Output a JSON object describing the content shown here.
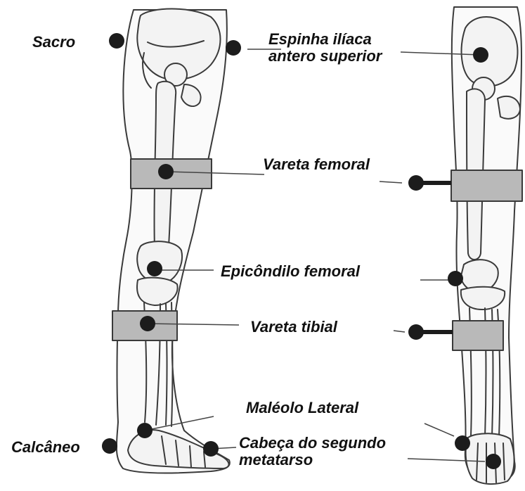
{
  "colors": {
    "outline": "#3a3a3a",
    "bone_fill": "#f3f3f3",
    "skin_fill": "#fafafa",
    "band_fill": "#b9b9b9",
    "marker": "#1c1c1c",
    "leader": "#444444",
    "text": "#111111"
  },
  "figure": {
    "left_view": "lateral leg view with skeleton",
    "right_view": "frontal leg view with skeleton"
  },
  "labels": {
    "sacro": "Sacro",
    "espinha": "Espinha  ilíaca\nantero superior",
    "vareta_femoral": "Vareta femoral",
    "epicondilo": "Epicôndilo femoral",
    "vareta_tibial": "Vareta tibial",
    "maleolo": "Maléolo Lateral",
    "calcaneo": "Calcâneo",
    "cabeca": "Cabeça do segundo\nmetatarso"
  },
  "markers": [
    "sacro-marker",
    "asis-left-marker",
    "asis-right-marker",
    "femoral-wand-left-marker",
    "femoral-wand-right-marker",
    "epicondyle-left-marker",
    "epicondyle-right-marker",
    "tibial-wand-left-marker",
    "tibial-wand-right-marker",
    "malleolus-left-marker",
    "malleolus-right-marker",
    "calcaneus-marker",
    "metatarsal-left-marker",
    "metatarsal-right-marker"
  ]
}
